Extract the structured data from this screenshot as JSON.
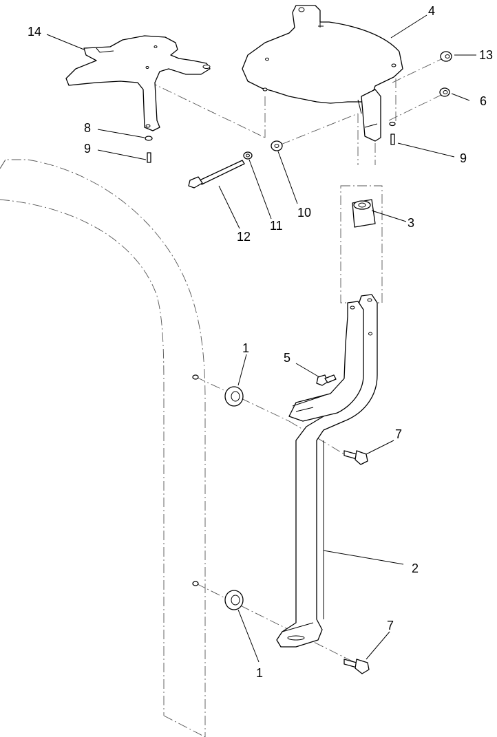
{
  "callouts": {
    "c1_top": "1",
    "c1_bottom": "1",
    "c2": "2",
    "c3": "3",
    "c4": "4",
    "c5": "5",
    "c6": "6",
    "c7_top": "7",
    "c7_bottom": "7",
    "c8": "8",
    "c9_left": "9",
    "c9_right": "9",
    "c10": "10",
    "c11": "11",
    "c12": "12",
    "c13": "13",
    "c14": "14"
  }
}
